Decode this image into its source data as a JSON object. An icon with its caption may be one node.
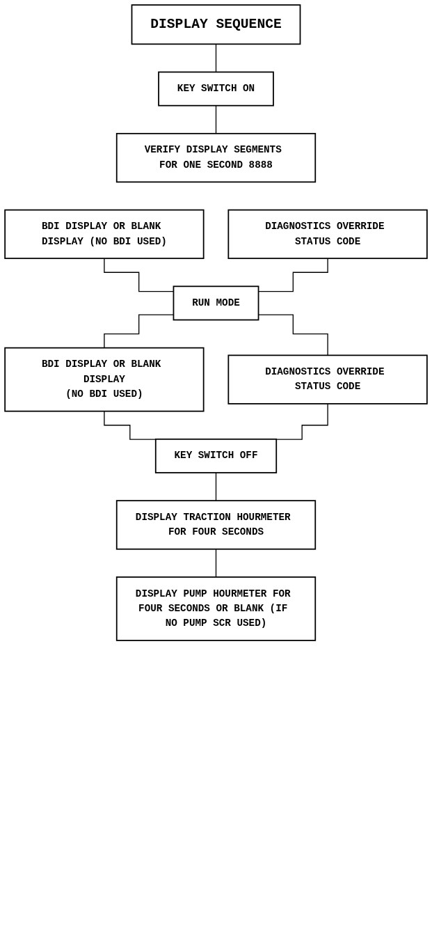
{
  "diagram": {
    "nodes": [
      {
        "text": [
          "DISPLAY SEQUENCE"
        ]
      },
      {
        "text": [
          "KEY SWITCH ON"
        ]
      },
      {
        "text": [
          "VERIFY DISPLAY SEGMENTS FOR ONE SECOND 8888"
        ]
      },
      {
        "text": [
          "BDI DISPLAY OR BLANK DISPLAY (NO BDI USED)"
        ]
      },
      {
        "text": [
          "DIAGNOSTICS OVERRIDE STATUS CODE"
        ]
      },
      {
        "text": [
          "RUN MODE"
        ]
      },
      {
        "text": [
          "BDI DISPLAY OR BLANK DISPLAY",
          "(NO BDI USED)"
        ]
      },
      {
        "text": [
          "DIAGNOSTICS OVERRIDE STATUS CODE"
        ]
      },
      {
        "text": [
          "KEY SWITCH OFF"
        ]
      },
      {
        "text": [
          "DISPLAY TRACTION HOURMETER FOR FOUR SECONDS"
        ]
      },
      {
        "text": [
          "DISPLAY PUMP HOURMETER FOR FOUR SECONDS OR BLANK (IF NO PUMP SCR USED)"
        ]
      }
    ],
    "edges": [
      {
        "from": 0,
        "to": 1,
        "arrow": "none"
      },
      {
        "from": 1,
        "to": 2,
        "arrow": "none"
      },
      {
        "from": 3,
        "to": 5,
        "arrow": "none"
      },
      {
        "from": 4,
        "to": 5,
        "arrow": "none"
      },
      {
        "from": 5,
        "to": 6,
        "arrow": "none"
      },
      {
        "from": 5,
        "to": 7,
        "arrow": "none"
      },
      {
        "from": 6,
        "to": 8,
        "arrow": "none"
      },
      {
        "from": 7,
        "to": 8,
        "arrow": "none"
      },
      {
        "from": 8,
        "to": 9,
        "arrow": "none"
      },
      {
        "from": 9,
        "to": 10,
        "arrow": "none"
      }
    ]
  }
}
